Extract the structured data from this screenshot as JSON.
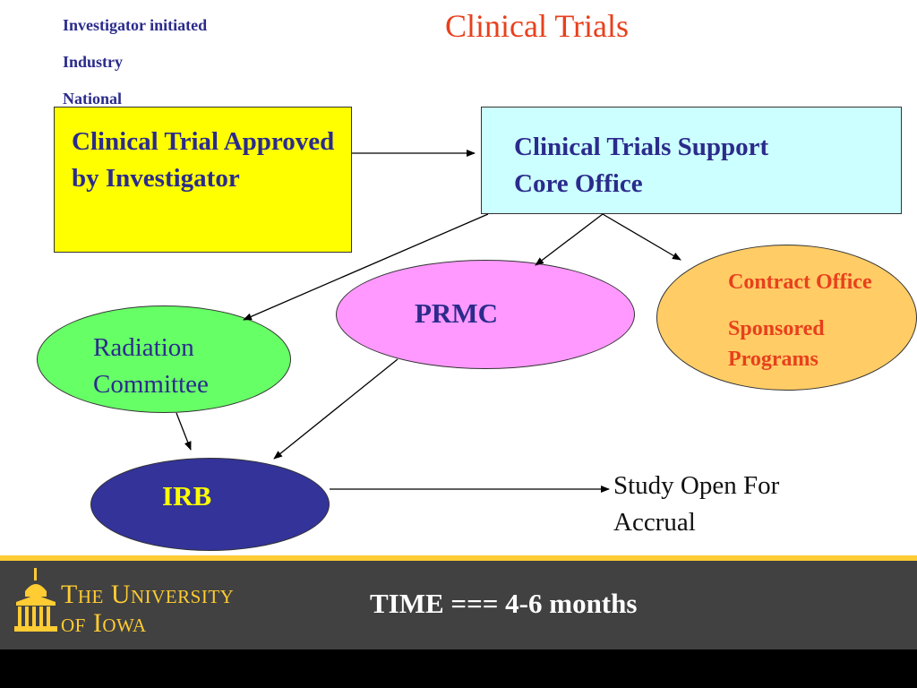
{
  "title": "Clinical Trials",
  "sources": [
    "Investigator initiated",
    "Industry",
    "National"
  ],
  "nodes": {
    "approved": "Clinical Trial Approved by Investigator",
    "support_office": "Clinical Trials Support Core Office",
    "prmc": "PRMC",
    "contract_office": "Contract Office",
    "sponsored_programs": "Sponsored Programs",
    "radiation_committee": "Radiation Committee",
    "irb": "IRB",
    "study_open": "Study Open For Accrual"
  },
  "footer": {
    "time": "TIME === 4-6 months",
    "logo_line1": "The University",
    "logo_line2": "of Iowa"
  },
  "colors": {
    "title": "#e8401c",
    "navy_text": "#2b2b8c",
    "approved_fill": "#ffff00",
    "support_fill": "#ccffff",
    "prmc_fill": "#ff99ff",
    "contract_fill": "#ffcc66",
    "radiation_fill": "#66ff66",
    "irb_fill": "#333399",
    "footer_gold": "#ffcc33"
  }
}
